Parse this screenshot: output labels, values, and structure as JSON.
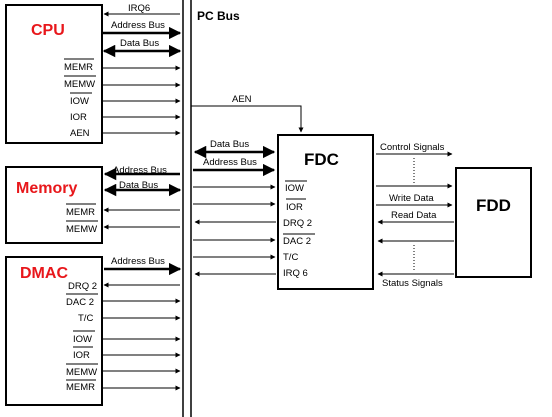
{
  "title": "PC Bus",
  "colors": {
    "accent_text": "#e8171b",
    "line": "#000000",
    "background": "#ffffff"
  },
  "blocks": {
    "cpu": {
      "name": "CPU"
    },
    "memory": {
      "name": "Memory"
    },
    "dmac": {
      "name": "DMAC"
    },
    "fdc": {
      "name": "FDC"
    },
    "fdd": {
      "name": "FDD"
    }
  },
  "cpu_signals": {
    "irq6": "IRQ6",
    "address_bus": "Address Bus",
    "data_bus": "Data Bus",
    "memr": "MEMR",
    "memw": "MEMW",
    "iow": "IOW",
    "ior": "IOR",
    "aen": "AEN"
  },
  "memory_signals": {
    "address_bus": "Address Bus",
    "data_bus": "Data Bus",
    "memr": "MEMR",
    "memw": "MEMW"
  },
  "dmac_signals": {
    "address_bus": "Address Bus",
    "drq2": "DRQ 2",
    "dac2": "DAC 2",
    "tc": "T/C",
    "iow": "IOW",
    "ior": "IOR",
    "memw": "MEMW",
    "memr": "MEMR"
  },
  "fdc_signals": {
    "aen": "AEN",
    "data_bus": "Data Bus",
    "address_bus": "Address Bus",
    "iow": "IOW",
    "ior": "IOR",
    "drq2": "DRQ 2",
    "dac2": "DAC 2",
    "tc": "T/C",
    "irq6": "IRQ 6"
  },
  "fdd_signals": {
    "control": "Control Signals",
    "write_data": "Write Data",
    "read_data": "Read Data",
    "status": "Status Signals"
  }
}
